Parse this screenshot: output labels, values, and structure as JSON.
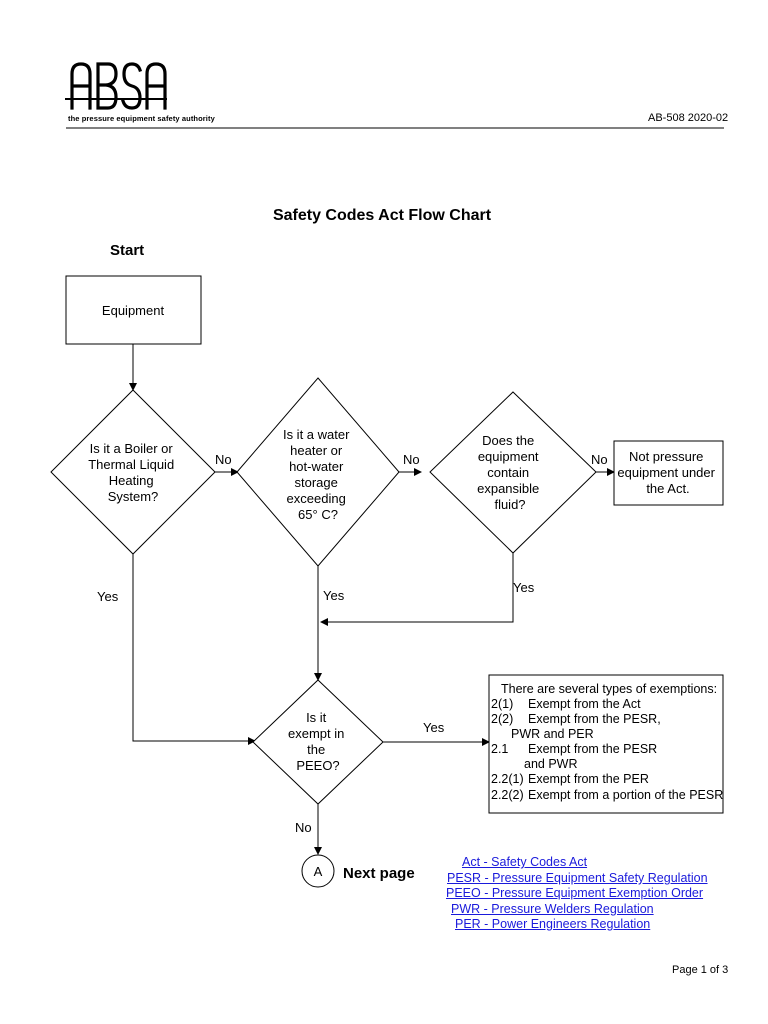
{
  "header": {
    "logo_text": "ABSA",
    "tagline": "the pressure equipment safety authority",
    "doc_id": "AB-508  2020-02"
  },
  "title": "Safety Codes Act Flow Chart",
  "start_label": "Start",
  "nodes": {
    "equipment": "Equipment",
    "boiler": [
      "Is it a Boiler or",
      "Thermal Liquid",
      "Heating",
      "System?"
    ],
    "water_heater": [
      "Is it a water",
      "heater or",
      "hot-water",
      "storage",
      "exceeding",
      "65° C?"
    ],
    "expansible": [
      "Does the",
      "equipment",
      "contain",
      "expansible",
      "fluid?"
    ],
    "not_pressure": [
      "Not pressure",
      "equipment under",
      "the Act."
    ],
    "peeo": [
      "Is it",
      "exempt in",
      "the",
      "PEEO?"
    ],
    "connector": "A",
    "next_page": "Next page"
  },
  "edge_labels": {
    "boiler_no": "No",
    "water_no": "No",
    "expansible_no": "No",
    "boiler_yes": "Yes",
    "water_yes": "Yes",
    "expansible_yes": "Yes",
    "peeo_yes": "Yes",
    "peeo_no": "No"
  },
  "exemptions": {
    "heading": "There are several types of exemptions:",
    "items": [
      {
        "code": "2(1)",
        "text": [
          "Exempt from the Act"
        ]
      },
      {
        "code": "2(2)",
        "text": [
          "Exempt from the PESR,",
          "PWR and PER"
        ]
      },
      {
        "code": "2.1",
        "text": [
          "Exempt from the PESR",
          "and PWR"
        ]
      },
      {
        "code": "2.2(1)",
        "text": [
          "Exempt from the PER"
        ]
      },
      {
        "code": "2.2(2)",
        "text": [
          "Exempt from a portion of the PESR"
        ]
      }
    ]
  },
  "legend": [
    "Act  - Safety Codes Act",
    "PESR  - Pressure Equipment Safety Regulation",
    "PEEO  - Pressure Equipment Exemption Order",
    "PWR  - Pressure Welders Regulation",
    "PER  - Power Engineers Regulation"
  ],
  "footer": {
    "page": "Page 1 of 3"
  }
}
